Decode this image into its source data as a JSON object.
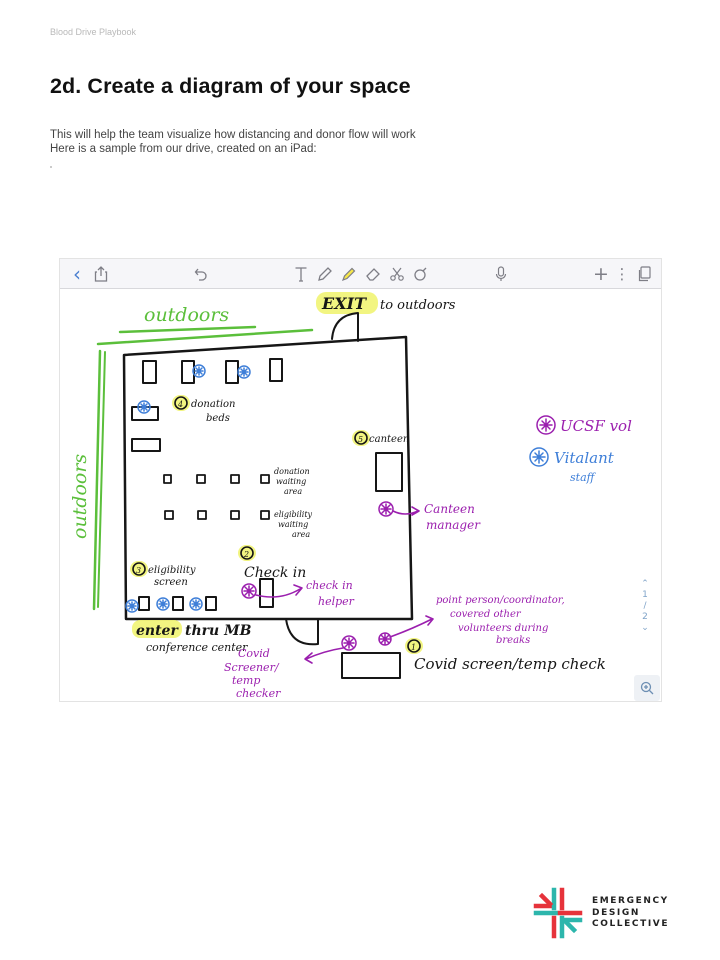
{
  "header": {
    "label": "Blood Drive Playbook"
  },
  "title": "2d. Create a diagram of your space",
  "body": {
    "line1": "This will help the team visualize how distancing and donor flow will work",
    "line2": "Here is a sample from our drive, created on an iPad:"
  },
  "ipad": {
    "toolbar": {
      "icons": [
        "chevron-left-icon",
        "share-icon",
        "undo-icon",
        "text-tool-icon",
        "pen-icon",
        "highlighter-icon",
        "eraser-icon",
        "lasso-icon",
        "shapes-icon",
        "microphone-icon",
        "add-icon",
        "more-icon",
        "pages-icon"
      ],
      "back_glyph": "‹",
      "add_glyph": "+",
      "more_glyph": "⋮"
    },
    "sketch": {
      "outdoors_top": "outdoors",
      "exit": "EXIT",
      "to_outdoors": "to outdoors",
      "outdoors_side": "outdoors",
      "donation_beds_num": "4",
      "donation_beds": [
        "donation",
        "beds"
      ],
      "canteen_num": "5",
      "canteen": "canteen",
      "donation_waiting": [
        "donation",
        "waiting",
        "area"
      ],
      "eligibility_waiting": [
        "eligibility",
        "waiting",
        "area"
      ],
      "eligibility_screen_num": "3",
      "eligibility_screen": [
        "eligibility",
        "screen"
      ],
      "check_in_num": "2",
      "check_in": "Check in",
      "check_in_helper": [
        "check in",
        "helper"
      ],
      "canteen_manager": [
        "Canteen",
        "manager"
      ],
      "legend_ucsf": "UCSF vol",
      "legend_vitalant": [
        "Vitalant",
        "staff"
      ],
      "enter": "enter",
      "thru_mb": "thru MB",
      "conference_center": "conference center",
      "covid_screener": [
        "Covid",
        "Screener/",
        "temp",
        "checker"
      ],
      "point_person": [
        "point person/coordinator,",
        "covered other",
        "volunteers during",
        "breaks"
      ],
      "covid_screen_num": "1",
      "covid_screen": "Covid screen/temp check"
    },
    "colors": {
      "green": "#5bbf3b",
      "black": "#161616",
      "purple": "#9b1fae",
      "blue": "#3f7fd8",
      "highlight": "#f0f36b"
    },
    "page_indicator": {
      "up": "⌃",
      "current": "1",
      "sep": "/",
      "total": "2",
      "down": "⌄"
    }
  },
  "logo": {
    "line1": "EMERGENCY",
    "line2": "DESIGN",
    "line3": "COLLECTIVE"
  }
}
